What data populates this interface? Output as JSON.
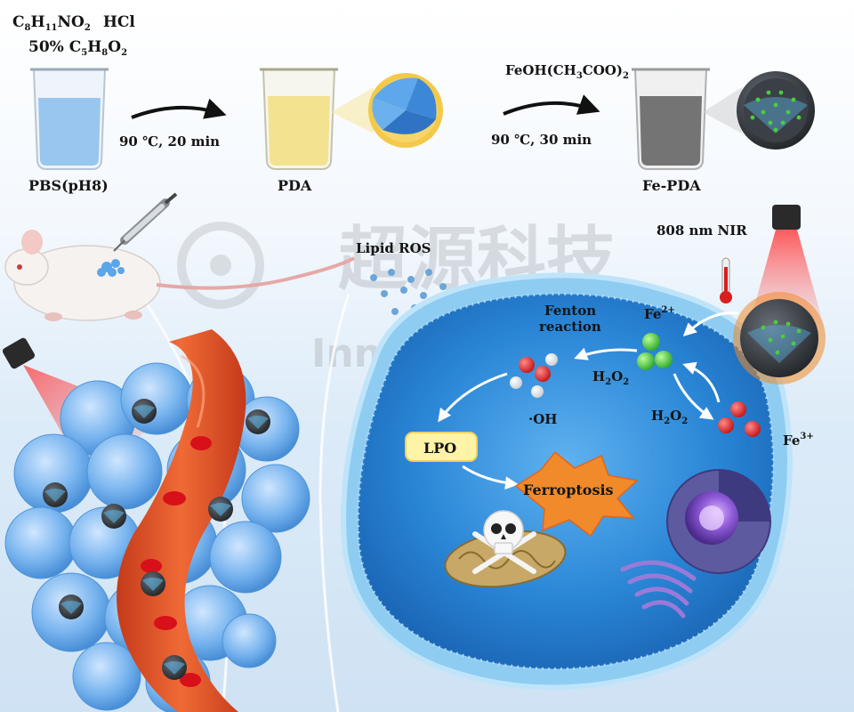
{
  "synthesis": {
    "reagent_1": {
      "c": "C",
      "c_n": "8",
      "h": "H",
      "h_n": "11",
      "no": "NO",
      "no_n": "2",
      "acid": "HCl"
    },
    "reagent_2": {
      "pct": "50% C",
      "c_n": "5",
      "h": "H",
      "h_n": "8",
      "o": "O",
      "o_n": "2"
    },
    "start_label": "PBS(pH8)",
    "step1_condition": "90 ℃, 20 min",
    "mid_label": "PDA",
    "reagent_3": {
      "a": "FeOH(CH",
      "n1": "3",
      "b": "COO)",
      "n2": "2"
    },
    "step2_condition": "90 ℃, 30 min",
    "end_label": "Fe-PDA"
  },
  "mechanism": {
    "laser_label": "808 nm NIR",
    "lipid_ros": "Lipid ROS",
    "fenton_line1": "Fenton",
    "fenton_line2": "reaction",
    "fe2": {
      "base": "Fe",
      "sup": "2+"
    },
    "fe3": {
      "base": "Fe",
      "sup": "3+"
    },
    "h2o2_a": {
      "h": "H",
      "n1": "2",
      "o": "O",
      "n2": "2"
    },
    "h2o2_b": {
      "h": "H",
      "n1": "2",
      "o": "O",
      "n2": "2"
    },
    "oh": "·OH",
    "lpo": "LPO",
    "ferroptosis": "Ferroptosis"
  },
  "watermark": {
    "text": "超源科技",
    "latin": "Inn"
  },
  "colors": {
    "pda_liquid": "#f2e08a",
    "pbs_liquid": "#8fc1ec",
    "fe_pda_liquid": "#6d6d6d",
    "nanoparticle_shell": "#f4c94a",
    "nanoparticle_core": "#3d87d8",
    "fe_pda_shell": "#2e3236",
    "iron_ion_green": "#4ccc40",
    "iron_ion_red": "#e02020",
    "cell_membrane": "#49a6e6",
    "cytoplasm": "#1b74c8",
    "laser_red": "#d81e1e",
    "tumor_cells": "#6eaeea",
    "blood_vessel": "#e05a2a",
    "lpo_box": "#fff3a8",
    "ferroptosis_star": "#f08a2a"
  },
  "icons": [
    "beaker-icon",
    "syringe-icon",
    "mouse-icon",
    "thermometer-icon",
    "laser-icon",
    "skull-icon",
    "mitochondrion-icon",
    "nucleus-icon",
    "golgi-icon"
  ]
}
